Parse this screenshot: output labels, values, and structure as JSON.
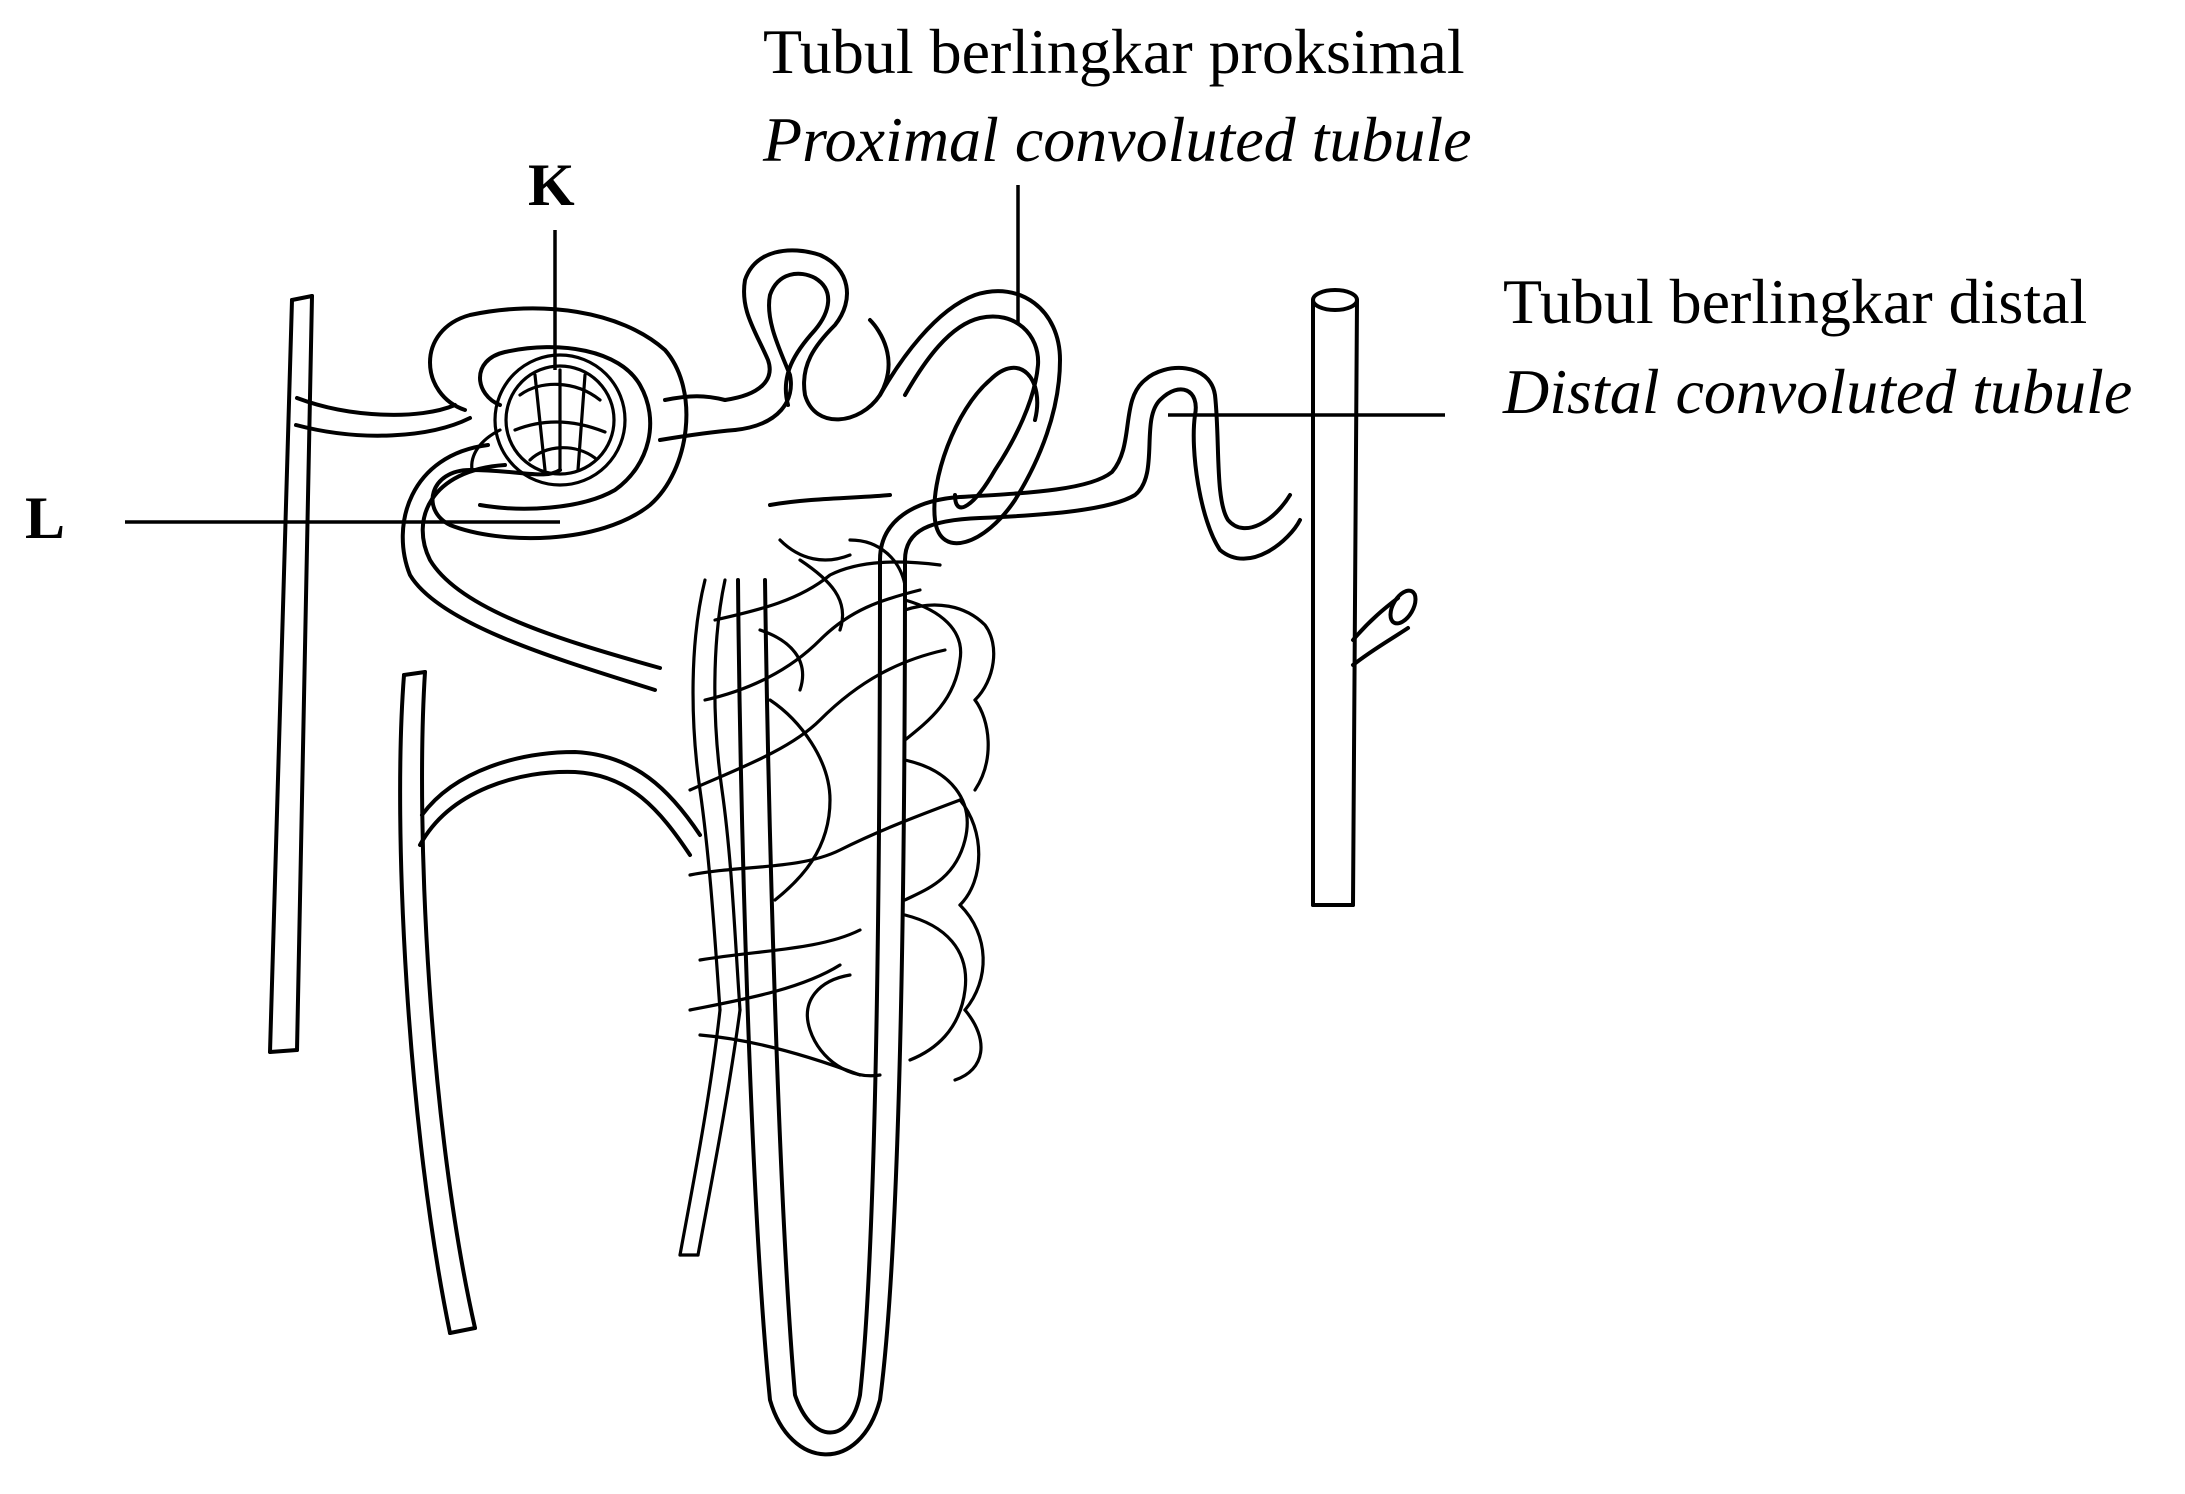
{
  "labels": {
    "proximal_ms": "Tubul berlingkar proksimal",
    "proximal_en": "Proximal convoluted tubule",
    "distal_ms": "Tubul berlingkar distal",
    "distal_en": "Distal convoluted tubule",
    "k": "K",
    "l": "L"
  },
  "colors": {
    "line": "#000000",
    "background": "#ffffff"
  }
}
